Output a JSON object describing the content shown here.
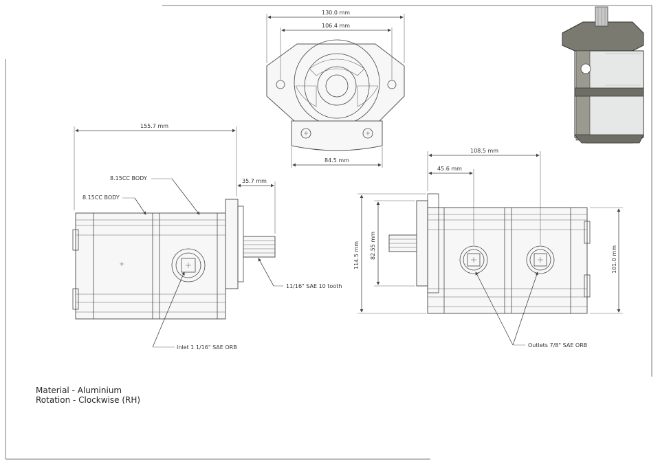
{
  "front_view": {
    "dim_overall_width": "130.0 mm",
    "dim_bolt_spacing": "106.4 mm",
    "dim_base_width": "84.5 mm"
  },
  "left_view": {
    "dim_length": "155.7 mm",
    "dim_shaft": "35.7 mm",
    "label_body_upper": "8.15CC BODY",
    "label_body_lower": "8.15CC BODY",
    "label_shaft": "11/16\" SAE 10 tooth",
    "label_inlet": "Inlet 1 1/16\" SAE ORB"
  },
  "right_view": {
    "dim_outlet_spacing": "108.5 mm",
    "dim_first_outlet": "45.6 mm",
    "dim_height_total": "114.5 mm",
    "dim_height_flange": "82.55 mm",
    "dim_height_body": "101.0 mm",
    "label_outlets": "Outlets 7/8\" SAE ORB"
  },
  "notes": {
    "material": "Material - Aluminium",
    "rotation": "Rotation - Clockwise (RH)"
  }
}
